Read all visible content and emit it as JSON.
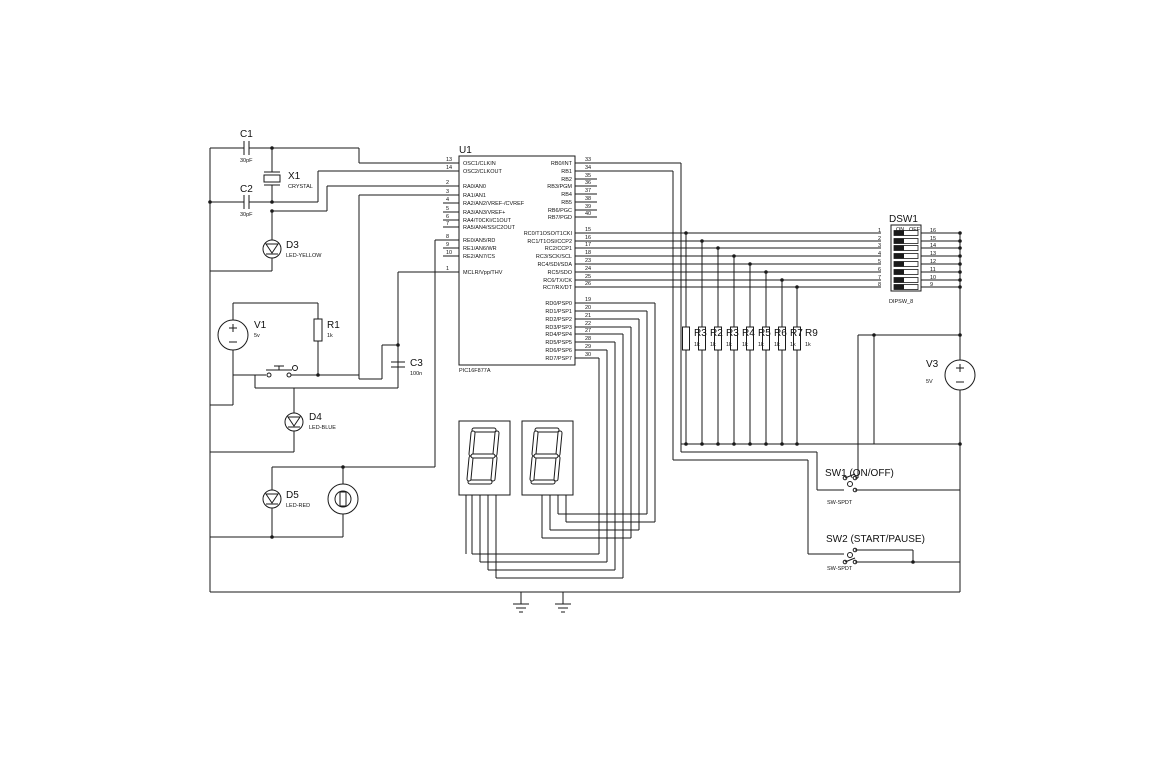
{
  "components": {
    "u1": {
      "ref": "U1",
      "part": "PIC16F877A"
    },
    "c1": {
      "ref": "C1",
      "value": "30pF"
    },
    "c2": {
      "ref": "C2",
      "value": "30pF"
    },
    "c3": {
      "ref": "C3",
      "value": "100n"
    },
    "x1": {
      "ref": "X1",
      "value": "CRYSTAL"
    },
    "d3": {
      "ref": "D3",
      "value": "LED-YELLOW"
    },
    "d4": {
      "ref": "D4",
      "value": "LED-BLUE"
    },
    "d5": {
      "ref": "D5",
      "value": "LED-RED"
    },
    "v1": {
      "ref": "V1",
      "value": "5v"
    },
    "v3": {
      "ref": "V3",
      "value": "5V"
    },
    "r1": {
      "ref": "R1",
      "value": "1k"
    },
    "rnet": {
      "refs": [
        "R3",
        "R2",
        "R3",
        "R4",
        "R5",
        "R6",
        "R7",
        "R9"
      ],
      "value": "1k"
    },
    "dsw1": {
      "ref": "DSW1",
      "value": "DIPSW_8",
      "on": "ON",
      "off": "OFF"
    },
    "sw1": {
      "ref": "SW1 (ON/OFF)",
      "value": "SW-SPDT"
    },
    "sw2": {
      "ref": "SW2 (START/PAUSE)",
      "value": "SW-SPDT"
    }
  },
  "u1_left_pins": [
    {
      "num": "13",
      "name": "OSC1/CLKIN"
    },
    {
      "num": "14",
      "name": "OSC2/CLKOUT"
    },
    {
      "num": "2",
      "name": "RA0/AN0"
    },
    {
      "num": "3",
      "name": "RA1/AN1"
    },
    {
      "num": "4",
      "name": "RA2/AN2/VREF-/CVREF"
    },
    {
      "num": "5",
      "name": "RA3/AN3/VREF+"
    },
    {
      "num": "6",
      "name": "RA4/T0CKI/C1OUT"
    },
    {
      "num": "7",
      "name": "RA5/AN4/SS/C2OUT"
    },
    {
      "num": "8",
      "name": "RE0/AN5/RD"
    },
    {
      "num": "9",
      "name": "RE1/AN6/WR"
    },
    {
      "num": "10",
      "name": "RE2/AN7/CS"
    },
    {
      "num": "1",
      "name": "MCLR/Vpp/THV"
    }
  ],
  "u1_right_pins": [
    {
      "num": "33",
      "name": "RB0/INT"
    },
    {
      "num": "34",
      "name": "RB1"
    },
    {
      "num": "35",
      "name": "RB2"
    },
    {
      "num": "36",
      "name": "RB3/PGM"
    },
    {
      "num": "37",
      "name": "RB4"
    },
    {
      "num": "38",
      "name": "RB5"
    },
    {
      "num": "39",
      "name": "RB6/PGC"
    },
    {
      "num": "40",
      "name": "RB7/PGD"
    },
    {
      "num": "15",
      "name": "RC0/T1OSO/T1CKI"
    },
    {
      "num": "16",
      "name": "RC1/T1OSI/CCP2"
    },
    {
      "num": "17",
      "name": "RC2/CCP1"
    },
    {
      "num": "18",
      "name": "RC3/SCK/SCL"
    },
    {
      "num": "23",
      "name": "RC4/SDI/SDA"
    },
    {
      "num": "24",
      "name": "RC5/SDO"
    },
    {
      "num": "25",
      "name": "RC6/TX/CK"
    },
    {
      "num": "26",
      "name": "RC7/RX/DT"
    },
    {
      "num": "19",
      "name": "RD0/PSP0"
    },
    {
      "num": "20",
      "name": "RD1/PSP1"
    },
    {
      "num": "21",
      "name": "RD2/PSP2"
    },
    {
      "num": "22",
      "name": "RD3/PSP3"
    },
    {
      "num": "27",
      "name": "RD4/PSP4"
    },
    {
      "num": "28",
      "name": "RD5/PSP5"
    },
    {
      "num": "29",
      "name": "RD6/PSP6"
    },
    {
      "num": "30",
      "name": "RD7/PSP7"
    }
  ],
  "dsw_left_nums": [
    "1",
    "2",
    "3",
    "4",
    "5",
    "6",
    "7",
    "8"
  ],
  "dsw_right_nums": [
    "16",
    "15",
    "14",
    "13",
    "12",
    "11",
    "10",
    "9"
  ]
}
